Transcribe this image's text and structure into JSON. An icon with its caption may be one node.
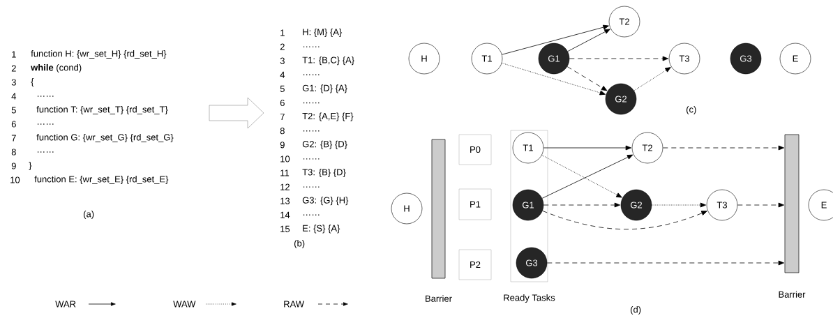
{
  "diagram": {
    "nodes": [
      {
        "text": [
          "H"
        ]
      },
      {
        "text": [
          "T1"
        ]
      },
      {
        "text": [
          "T2"
        ]
      },
      {
        "text": [
          "G1"
        ]
      },
      {
        "text": [
          "T3"
        ]
      },
      {
        "text": [
          "G2"
        ]
      },
      {
        "text": [
          "G3"
        ]
      },
      {
        "text": [
          "E"
        ]
      },
      {
        "text": [
          "H"
        ]
      },
      {
        "text": [
          "Barrier"
        ]
      },
      {
        "text": [
          "P0"
        ]
      },
      {
        "text": [
          "P1"
        ]
      },
      {
        "text": [
          "P2"
        ]
      },
      {
        "text": [
          "Ready Tasks"
        ]
      },
      {
        "text": [
          "T1"
        ],
        "in": 13
      },
      {
        "text": [
          "G1"
        ],
        "in": 13
      },
      {
        "text": [
          "G3"
        ],
        "in": 13
      },
      {
        "text": [
          "T2"
        ]
      },
      {
        "text": [
          "G2"
        ]
      },
      {
        "text": [
          "T3"
        ]
      },
      {
        "text": [
          "Barrier"
        ]
      },
      {
        "text": [
          "E"
        ]
      }
    ],
    "edges": [
      {
        "from": 1,
        "to": 2,
        "arrow": "to"
      },
      {
        "from": 3,
        "to": 2,
        "arrow": "to"
      },
      {
        "from": 3,
        "to": 4,
        "arrow": "to",
        "style": "dashed"
      },
      {
        "from": 3,
        "to": 5,
        "arrow": "to",
        "style": "dashed"
      },
      {
        "from": 1,
        "to": 5,
        "arrow": "to",
        "style": "dashed"
      },
      {
        "from": 5,
        "to": 4,
        "arrow": "to",
        "style": "dashed"
      },
      {
        "from": 14,
        "to": 17,
        "arrow": "to"
      },
      {
        "from": 15,
        "to": 17,
        "arrow": "to"
      },
      {
        "from": 14,
        "to": 18,
        "arrow": "to",
        "style": "dashed"
      },
      {
        "from": 15,
        "to": 18,
        "arrow": "to",
        "style": "dashed"
      },
      {
        "from": 15,
        "to": 19,
        "arrow": "to",
        "style": "dashed"
      },
      {
        "from": 18,
        "to": 19,
        "arrow": "to",
        "style": "dashed"
      },
      {
        "from": 17,
        "to": 20,
        "arrow": "to",
        "style": "dashed"
      },
      {
        "from": 19,
        "to": 20,
        "arrow": "to",
        "style": "dashed"
      },
      {
        "from": 16,
        "to": 20,
        "arrow": "to",
        "style": "dashed"
      }
    ],
    "labels": [
      "1",
      "function H: {wr_set_H} {rd_set_H}",
      "2",
      "**while** (cond)",
      "3",
      "{",
      "4",
      "……",
      "5",
      "function T: {wr_set_T} {rd_set_T}",
      "6",
      "……",
      "7",
      "function G: {wr_set_G} {rd_set_G}",
      "8",
      "……",
      "9",
      "}",
      "10",
      "function E: {wr_set_E} {rd_set_E}",
      "(a)",
      "1",
      "H: {M} {A}",
      "2",
      "……",
      "3",
      "T1: {B,C} {A}",
      "4",
      "……",
      "5",
      "G1: {D} {A}",
      "6",
      "……",
      "7",
      "T2: {A,E} {F}",
      "8",
      "……",
      "9",
      "G2: {B} {D}",
      "10",
      "……",
      "11",
      "T3: {B} {D}",
      "12",
      "……",
      "13",
      "G3: {G} {H}",
      "14",
      "……",
      "15",
      "E: {S} {A}",
      "(b)",
      "(c)",
      "(d)"
    ],
    "legend": [
      {
        "text": "WAR"
      },
      {
        "text": "WAW"
      },
      {
        "text": "RAW"
      }
    ]
  }
}
